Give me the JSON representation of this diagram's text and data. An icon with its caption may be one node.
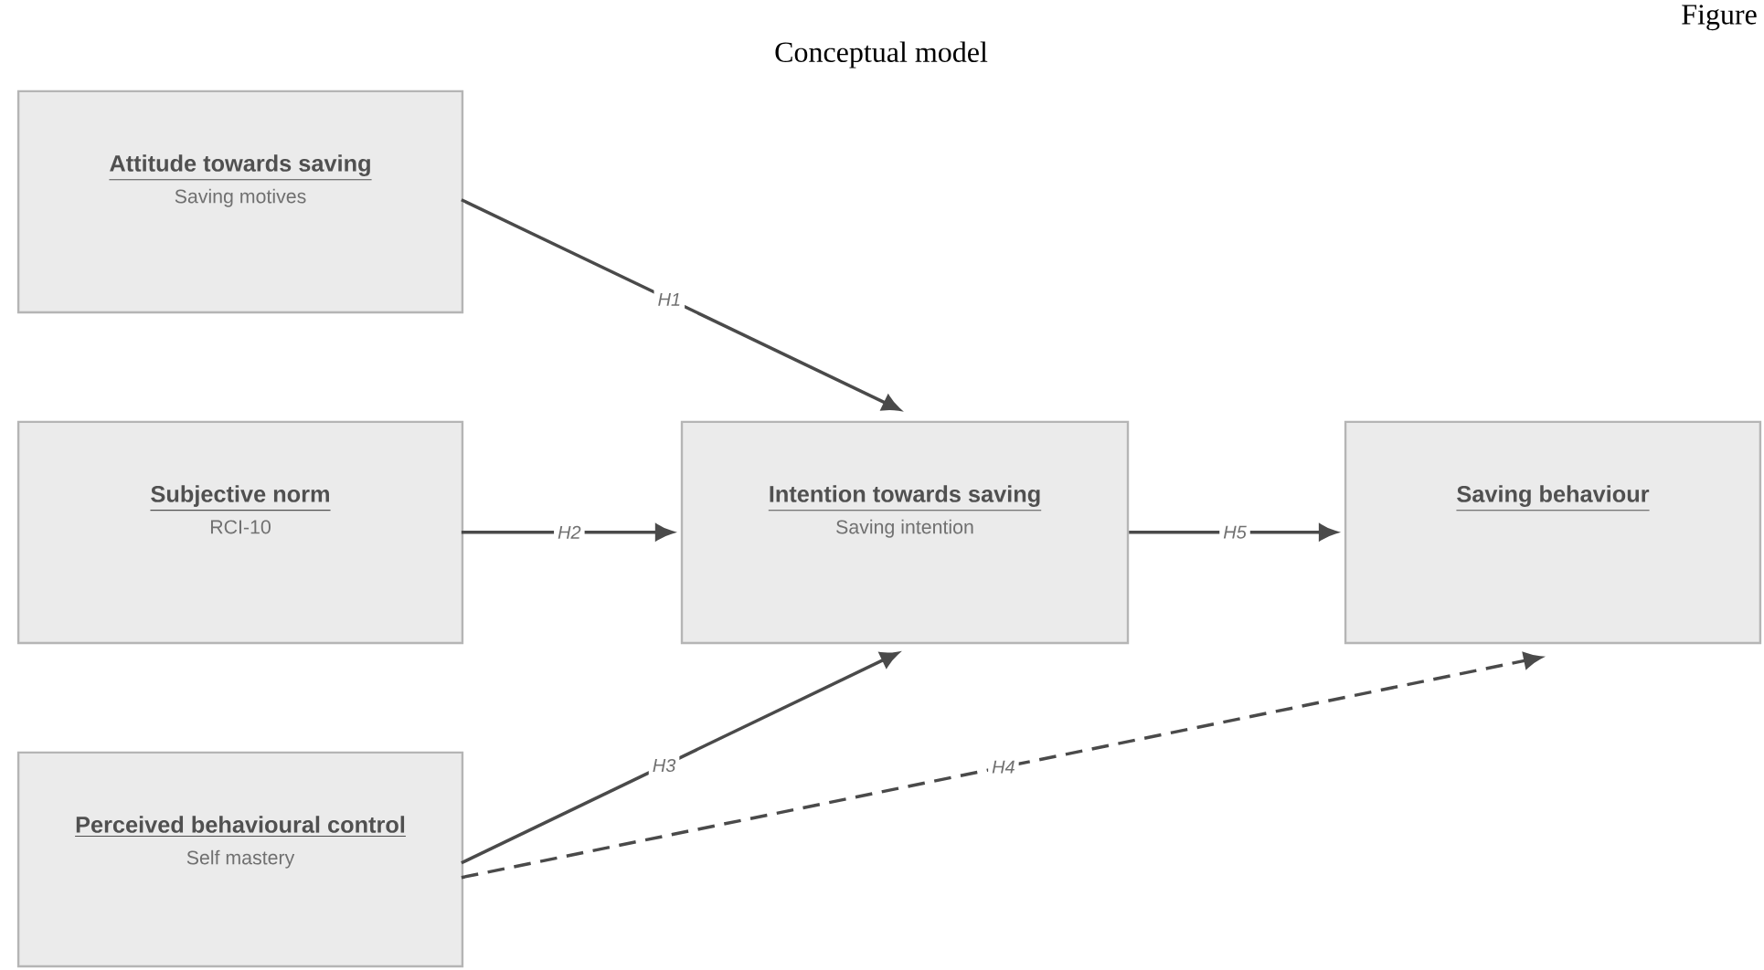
{
  "diagram": {
    "title": "Conceptual model",
    "nodes": [
      {
        "text": [
          "Attitude towards saving",
          "Saving motives"
        ]
      },
      {
        "text": [
          "Subjective norm",
          "RCI-10"
        ]
      },
      {
        "text": [
          "Intention towards saving",
          "Saving intention"
        ]
      },
      {
        "text": [
          "Saving behaviour"
        ]
      },
      {
        "text": [
          "Perceived behavioural control",
          "Self mastery"
        ]
      }
    ],
    "edges": [
      {
        "from": 0,
        "to": 2,
        "arrow": "to",
        "label": "H1"
      },
      {
        "from": 1,
        "to": 2,
        "arrow": "to",
        "label": "H2"
      },
      {
        "from": 2,
        "to": 3,
        "arrow": "to",
        "label": "H5"
      },
      {
        "from": 4,
        "to": 2,
        "arrow": "to",
        "label": "H3"
      },
      {
        "from": 4,
        "to": 3,
        "arrow": "to",
        "label": "H4",
        "style": "dashed"
      }
    ],
    "labels": [
      "Figure"
    ]
  }
}
